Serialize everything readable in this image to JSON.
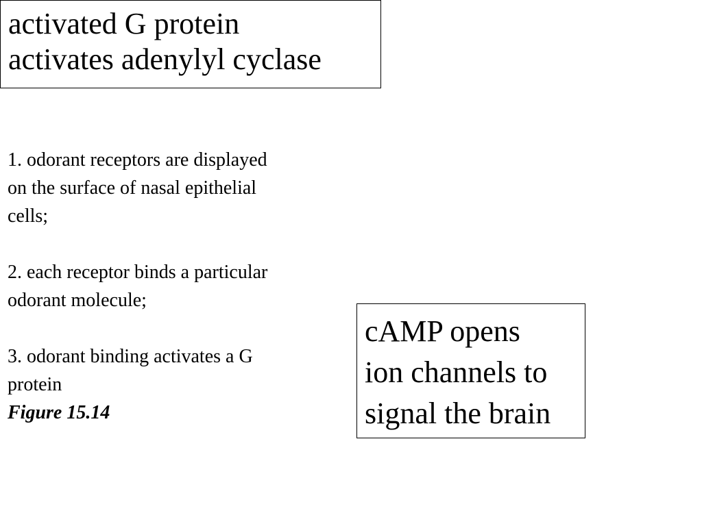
{
  "top_box": {
    "lines": [
      "activated G protein",
      "activates adenylyl cyclase"
    ]
  },
  "steps": [
    {
      "lines": [
        "1. odorant receptors are displayed",
        "on the surface of nasal epithelial",
        "cells;"
      ]
    },
    {
      "lines": [
        "2. each receptor binds a particular",
        "odorant molecule;"
      ]
    },
    {
      "lines": [
        "3. odorant binding activates a G",
        "protein"
      ]
    }
  ],
  "figure_ref": "Figure 15.14",
  "bottom_box": {
    "lines": [
      "cAMP opens",
      "ion channels to",
      "signal the brain"
    ]
  }
}
